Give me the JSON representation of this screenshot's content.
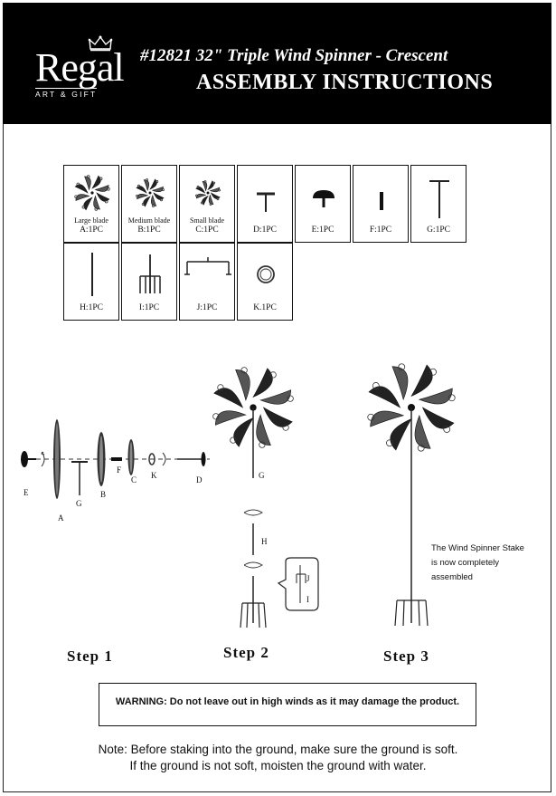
{
  "header": {
    "logo_word": "Regal",
    "logo_sub": "ART & GIFT",
    "title": "#12821  32\" Triple Wind Spinner - Crescent",
    "subtitle": "ASSEMBLY  INSTRUCTIONS"
  },
  "parts": [
    {
      "label": "Large blade",
      "count": "A:1PC"
    },
    {
      "label": "Medium blade",
      "count": "B:1PC"
    },
    {
      "label": "Small blade",
      "count": "C:1PC"
    },
    {
      "label": "",
      "count": "D:1PC"
    },
    {
      "label": "",
      "count": "E:1PC"
    },
    {
      "label": "",
      "count": "F:1PC"
    },
    {
      "label": "",
      "count": "G:1PC"
    },
    {
      "label": "",
      "count": "H:1PC"
    },
    {
      "label": "",
      "count": "I:1PC"
    },
    {
      "label": "",
      "count": "J:1PC"
    },
    {
      "label": "",
      "count": "K.1PC"
    }
  ],
  "step1_letters": {
    "e": "E",
    "a": "A",
    "g": "G",
    "b": "B",
    "f": "F",
    "c": "C",
    "k": "K",
    "d": "D"
  },
  "step2_letters": {
    "g": "G",
    "h": "H",
    "j": "J",
    "i": "I"
  },
  "steps": {
    "one": "Step  1",
    "two": "Step  2",
    "three": "Step  3"
  },
  "assembled_text": [
    "The Wind Spinner Stake",
    "is  now completely",
    "assembled"
  ],
  "warning": "WARNING: Do not leave out in high winds as it may damage the product.",
  "note_lines": [
    "Note: Before staking into the ground, make sure the ground is soft.",
    "If the ground is not soft, moisten the ground with water."
  ]
}
